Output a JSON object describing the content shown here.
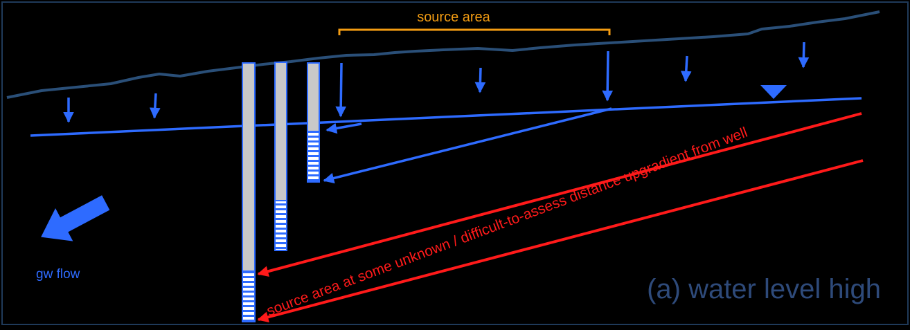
{
  "labels": {
    "source_area": "source area",
    "gw_flow": "gw flow",
    "angled_note": "source area at some unknown / difficult-to-assess distance upgradient from well",
    "case_title": "(a) water level high"
  },
  "colors": {
    "background": "#000000",
    "frame": "#1F3A5A",
    "ground_surface": "#2A4F78",
    "water_table": "#2E6BFF",
    "recharge_arrows": "#2E6BFF",
    "flowpath_arrows": "#2E6BFF",
    "source_bracket": "#F39C12",
    "source_text": "#F39C12",
    "angled_arrows": "#FF1A1A",
    "angled_text": "#FF1A1A",
    "well_casing": "#C8C8C8",
    "well_screen": "#2E6BFF",
    "case_title": "#2E4A7A"
  },
  "icons": {
    "water_table_marker": "inverted-triangle-icon",
    "flow_direction": "block-arrow-left-icon"
  }
}
